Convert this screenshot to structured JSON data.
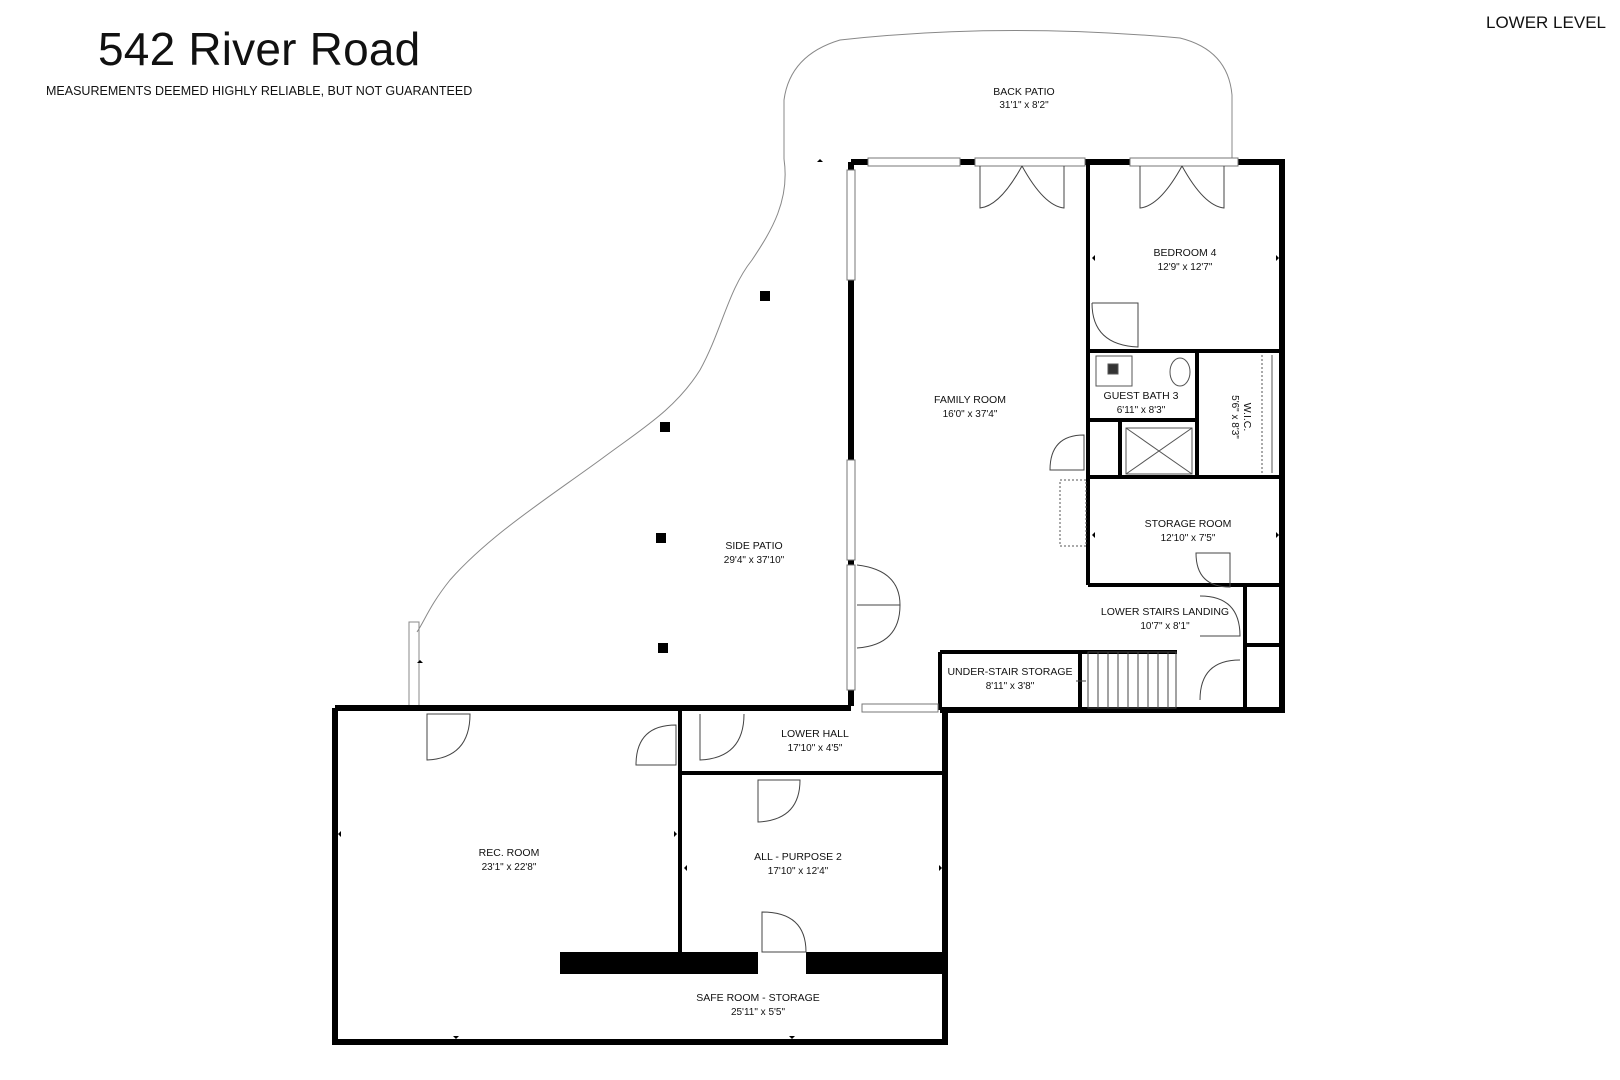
{
  "header": {
    "title": "542 River Road",
    "disclaimer": "MEASUREMENTS DEEMED HIGHLY RELIABLE, BUT NOT GUARANTEED",
    "level": "LOWER LEVEL"
  },
  "rooms": {
    "back_patio": {
      "name": "BACK PATIO",
      "dim": "31'1\" x 8'2\""
    },
    "bedroom_4": {
      "name": "BEDROOM 4",
      "dim": "12'9\" x 12'7\""
    },
    "family_room": {
      "name": "FAMILY ROOM",
      "dim": "16'0\" x 37'4\""
    },
    "guest_bath_3": {
      "name": "GUEST BATH 3",
      "dim": "6'11\" x 8'3\""
    },
    "wic": {
      "name": "W.I.C.",
      "dim": "5'6\" x 8'3\""
    },
    "storage_room": {
      "name": "STORAGE ROOM",
      "dim": "12'10\" x 7'5\""
    },
    "side_patio": {
      "name": "SIDE PATIO",
      "dim": "29'4\" x 37'10\""
    },
    "lower_stairs_landing": {
      "name": "LOWER STAIRS LANDING",
      "dim": "10'7\" x 8'1\""
    },
    "under_stair_storage": {
      "name": "UNDER-STAIR STORAGE",
      "dim": "8'11\" x 3'8\""
    },
    "lower_hall": {
      "name": "LOWER HALL",
      "dim": "17'10\" x 4'5\""
    },
    "rec_room": {
      "name": "REC. ROOM",
      "dim": "23'1\" x 22'8\""
    },
    "all_purpose_2": {
      "name": "ALL - PURPOSE 2",
      "dim": "17'10\" x 12'4\""
    },
    "safe_room_storage": {
      "name": "SAFE ROOM - STORAGE",
      "dim": "25'11\" x 5'5\""
    }
  }
}
